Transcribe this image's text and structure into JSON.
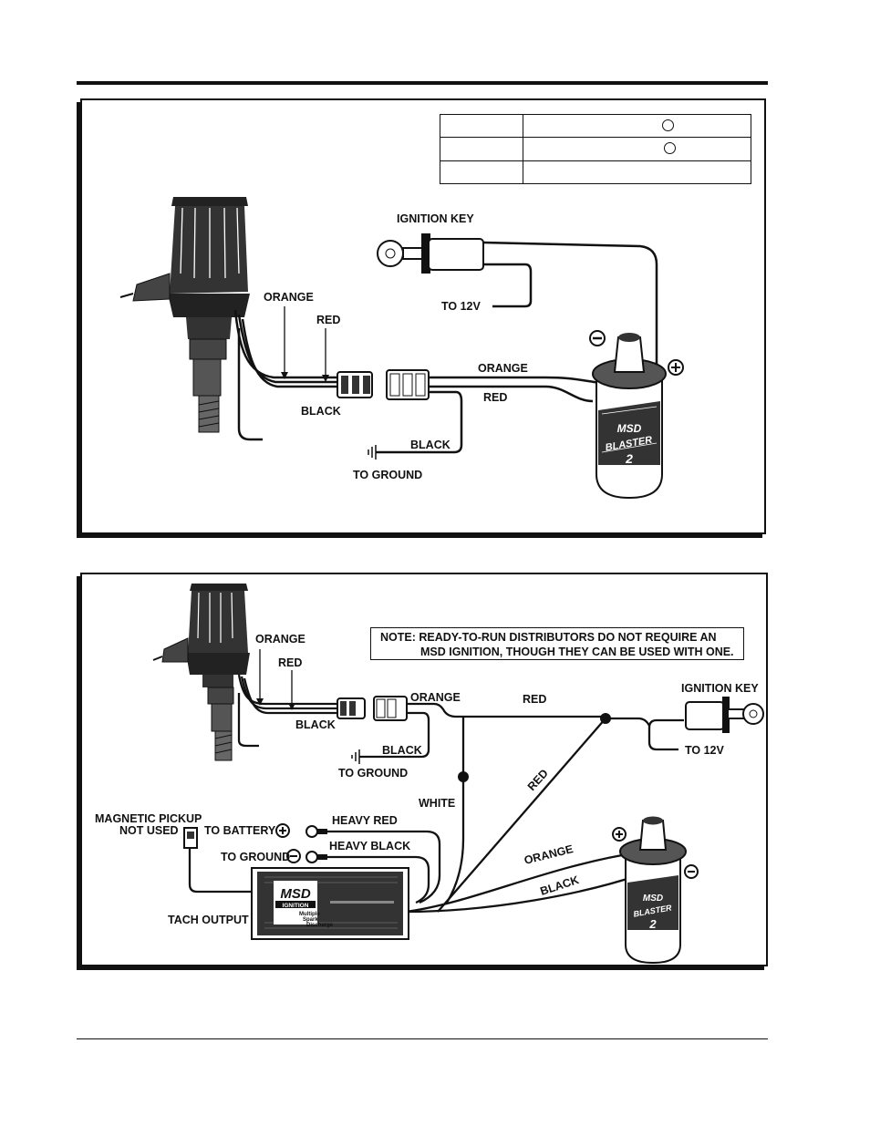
{
  "top_diagram": {
    "labels": {
      "ignition_key": "IGNITION KEY",
      "to_12v": "TO 12V",
      "orange_dist": "ORANGE",
      "red_dist": "RED",
      "black_dist": "BLACK",
      "orange_coil": "ORANGE",
      "red_coil": "RED",
      "black_ground": "BLACK",
      "to_ground": "TO GROUND"
    },
    "coil_text": {
      "brand": "MSD",
      "model": "BLASTER",
      "number": "2"
    }
  },
  "bottom_diagram": {
    "note_line1": "NOTE: READY-TO-RUN DISTRIBUTORS DO NOT REQUIRE AN",
    "note_line2": "MSD IGNITION, THOUGH THEY CAN BE USED WITH ONE.",
    "labels": {
      "orange_dist": "ORANGE",
      "red_dist": "RED",
      "black_dist": "BLACK",
      "orange_main": "ORANGE",
      "red_main": "RED",
      "ignition_key": "IGNITION KEY",
      "to_12v": "TO 12V",
      "black_ground": "BLACK",
      "to_ground": "TO GROUND",
      "white": "WHITE",
      "red_diag": "RED",
      "magnetic_pickup": "MAGNETIC PICKUP",
      "not_used": "NOT USED",
      "to_battery": "TO BATTERY",
      "heavy_red": "HEAVY RED",
      "to_ground_box": "TO GROUND",
      "heavy_black": "HEAVY BLACK",
      "orange_coil": "ORANGE",
      "black_coil": "BLACK",
      "tach_output": "TACH OUTPUT"
    },
    "box_text": {
      "brand": "MSD",
      "sub": "IGNITION",
      "line1": "Multiple",
      "line2": "Spark",
      "line3": "Discharge"
    },
    "coil_text": {
      "brand": "MSD",
      "model": "BLASTER",
      "number": "2"
    }
  }
}
